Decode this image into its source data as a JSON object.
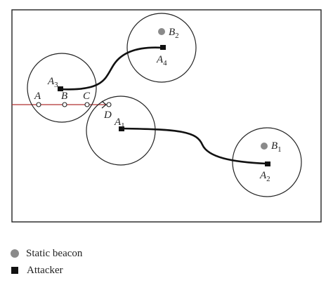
{
  "labels": {
    "beacon_b2": {
      "main": "B",
      "sub": "2"
    },
    "attacker_a4": {
      "main": "A",
      "sub": "4"
    },
    "attacker_a3": {
      "main": "A",
      "sub": "3"
    },
    "point_a": "A",
    "point_b": "B",
    "point_c": "C",
    "point_d": "D",
    "attacker_a1": {
      "main": "A",
      "sub": "1"
    },
    "beacon_b1": {
      "main": "B",
      "sub": "1"
    },
    "attacker_a2": {
      "main": "A",
      "sub": "2"
    }
  },
  "legend": {
    "beacon_label": "Static beacon",
    "attacker_label": "Attacker"
  },
  "colors": {
    "beacon": "#8a8a8a",
    "attacker": "#111111",
    "path_line": "#b03030",
    "frame": "#222222"
  },
  "icons": {
    "beacon": "gray-circle",
    "attacker": "black-square"
  }
}
